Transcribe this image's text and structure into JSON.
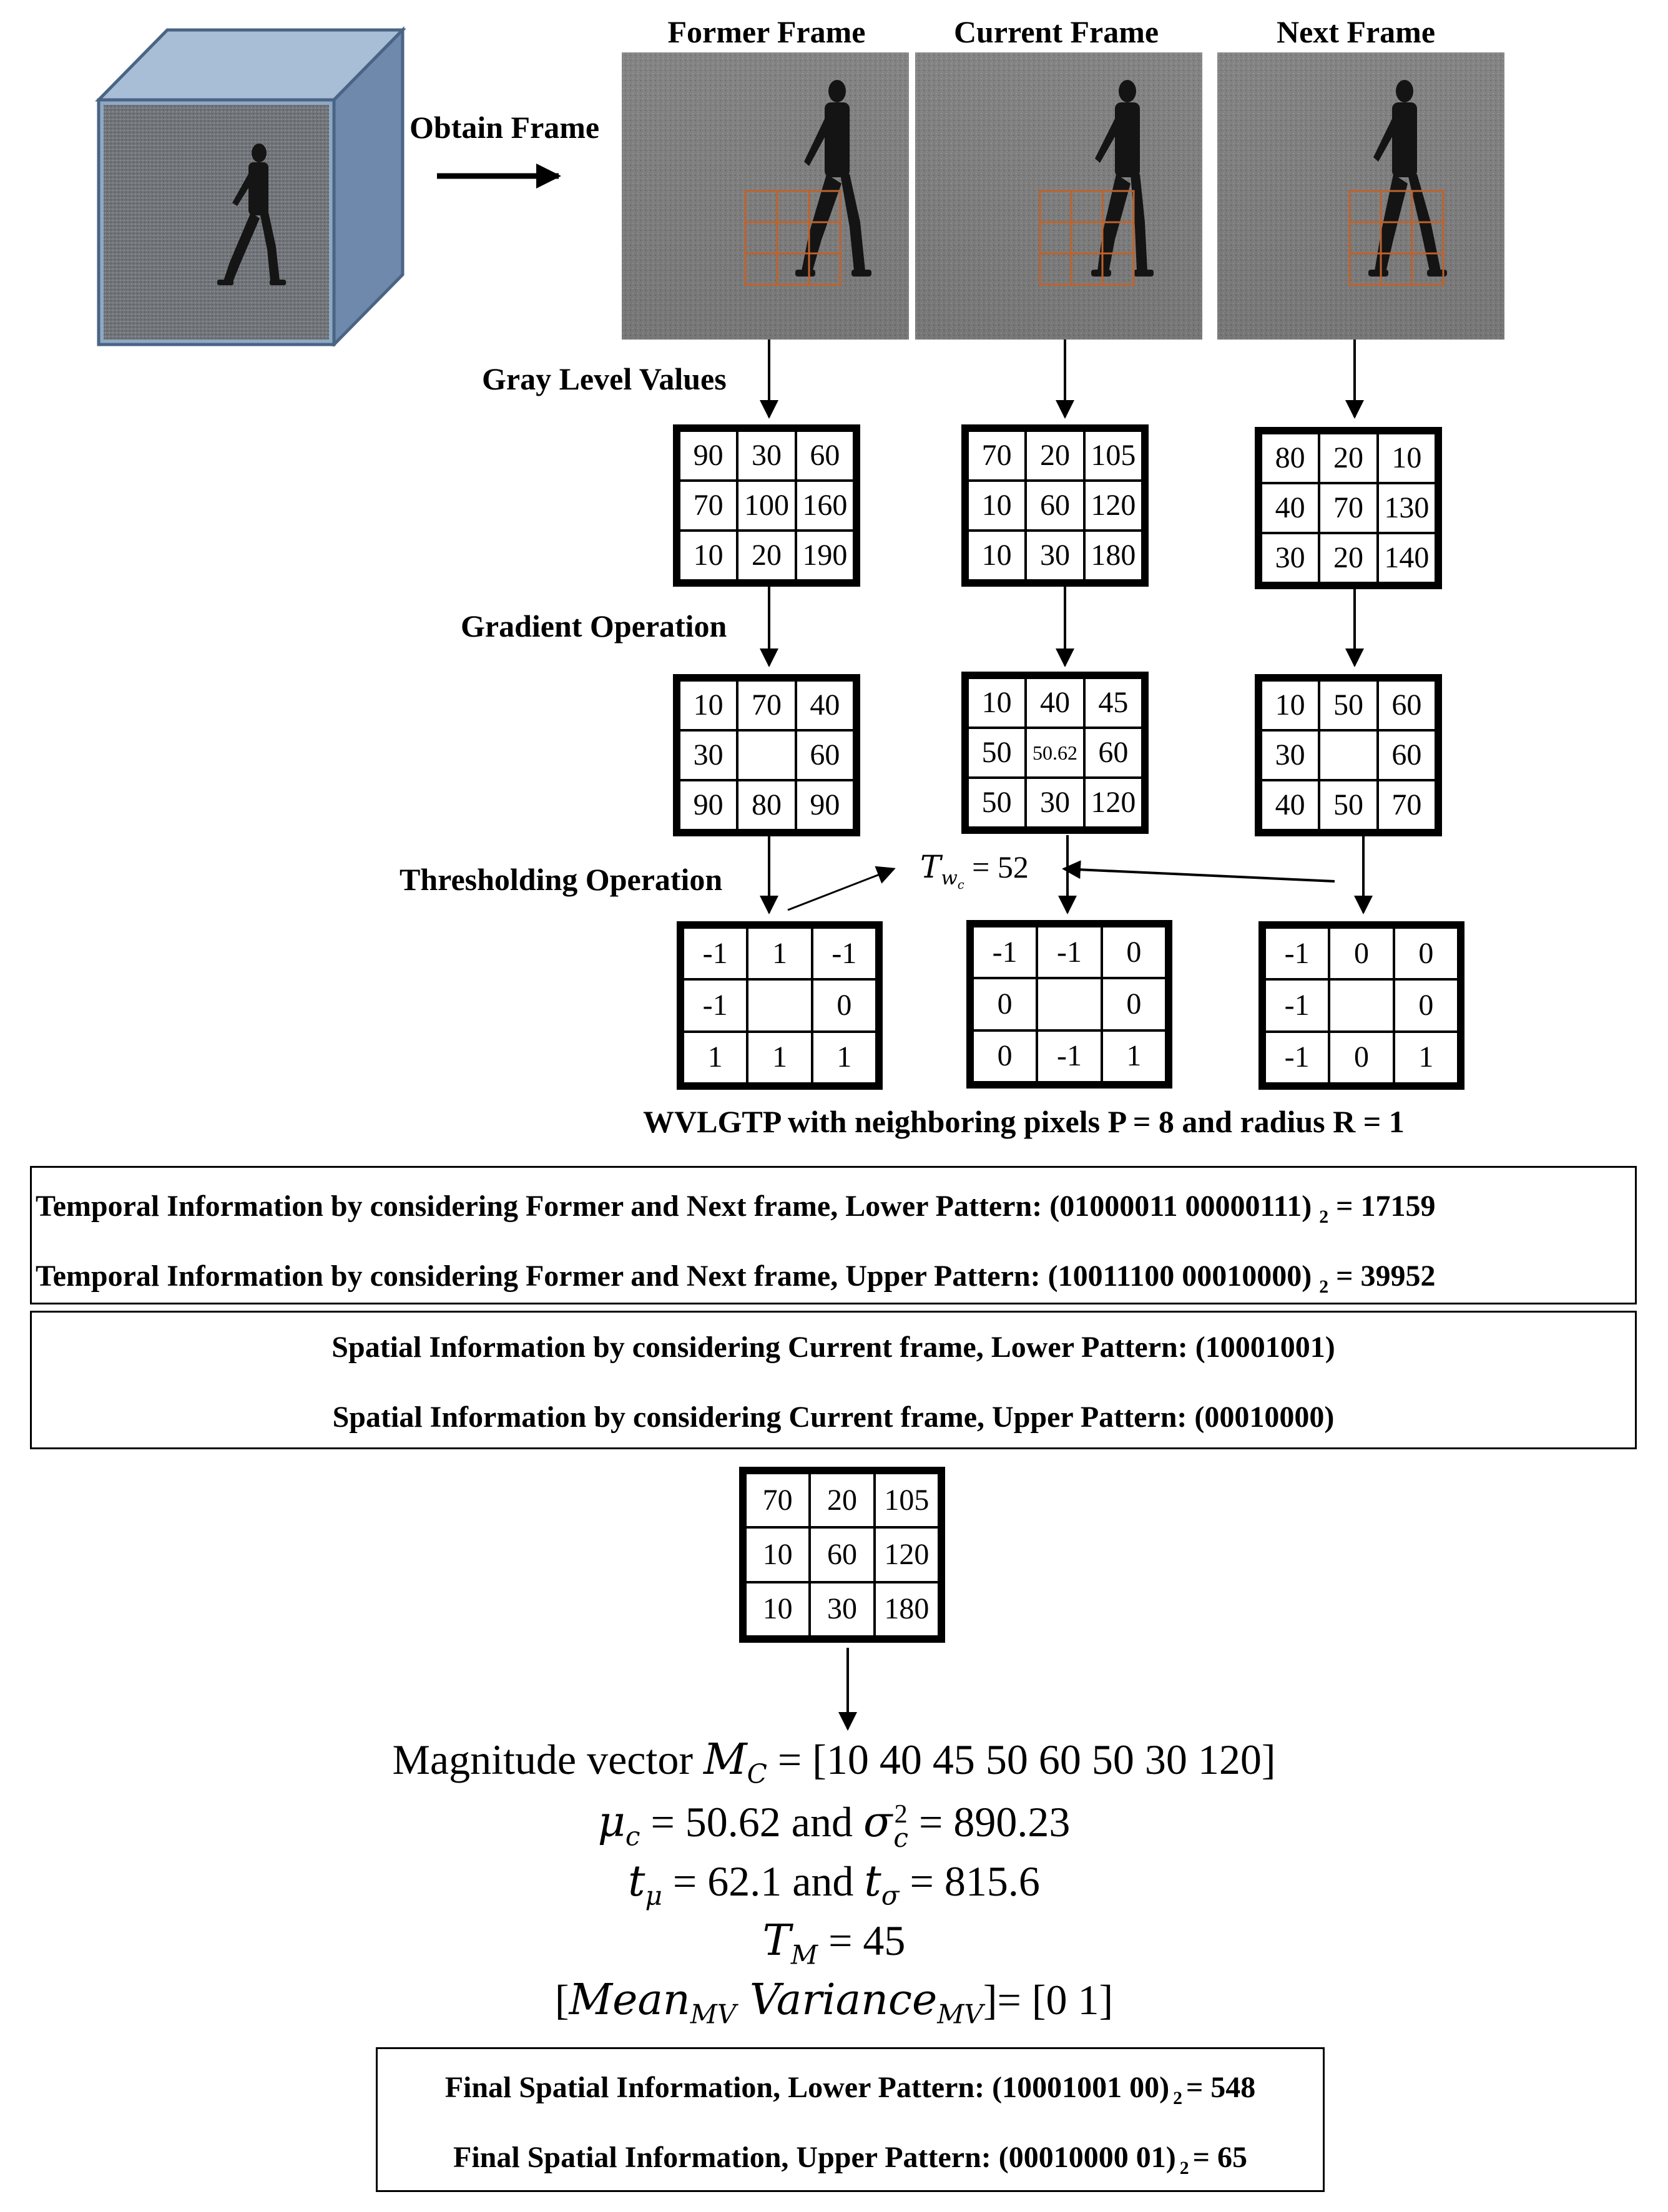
{
  "frames": {
    "former_title": "Former Frame",
    "current_title": "Current Frame",
    "next_title": "Next Frame",
    "obtain_label": "Obtain Frame"
  },
  "steps": {
    "gray": "Gray Level Values",
    "gradient": "Gradient Operation",
    "threshold": "Thresholding Operation"
  },
  "gray_values": {
    "former": [
      "90",
      "30",
      "60",
      "70",
      "100",
      "160",
      "10",
      "20",
      "190"
    ],
    "current": [
      "70",
      "20",
      "105",
      "10",
      "60",
      "120",
      "10",
      "30",
      "180"
    ],
    "next": [
      "80",
      "20",
      "10",
      "40",
      "70",
      "130",
      "30",
      "20",
      "140"
    ]
  },
  "gradient_values": {
    "former": [
      "10",
      "70",
      "40",
      "30",
      "",
      "60",
      "90",
      "80",
      "90"
    ],
    "current": [
      "10",
      "40",
      "45",
      "50",
      "50.62",
      "60",
      "50",
      "30",
      "120"
    ],
    "next": [
      "10",
      "50",
      "60",
      "30",
      "",
      "60",
      "40",
      "50",
      "70"
    ]
  },
  "threshold_values": {
    "former": [
      "-1",
      "1",
      "-1",
      "-1",
      "",
      "0",
      "1",
      "1",
      "1"
    ],
    "current": [
      "-1",
      "-1",
      "0",
      "0",
      "",
      "0",
      "0",
      "-1",
      "1"
    ],
    "next": [
      "-1",
      "0",
      "0",
      "-1",
      "",
      "0",
      "-1",
      "0",
      "1"
    ]
  },
  "threshold_eq": {
    "symbol": "T",
    "sub1": "w",
    "sub2": "c",
    "value": "= 52"
  },
  "wvlgtp_caption": "WVLGTP with neighboring pixels P = 8 and radius R = 1",
  "temporal": {
    "lower": "Temporal Information by considering Former and Next frame, Lower Pattern: (01000011 00000111)",
    "lower_sub": "2",
    "lower_val": "= 17159",
    "upper": "Temporal Information by considering Former and Next frame, Upper Pattern: (10011100 00010000)",
    "upper_sub": "2",
    "upper_val": "= 39952"
  },
  "spatial": {
    "lower": "Spatial Information by considering Current frame, Lower Pattern: (10001001)",
    "upper": "Spatial Information by considering Current frame, Upper Pattern: (00010000)"
  },
  "bottom_grid": [
    "70",
    "20",
    "105",
    "10",
    "60",
    "120",
    "10",
    "30",
    "180"
  ],
  "formulas": {
    "magnitude_prefix": "Magnitude vector ",
    "magnitude_sym": "M",
    "magnitude_sub": "C",
    "magnitude_rest": " = [10 40 45 50 60 50 30 120]",
    "mu_sym": "μ",
    "mu_sub": "c",
    "mu_val": " = 50.62 and ",
    "sigma_sym": "σ",
    "sigma_sup": "2",
    "sigma_sub": "c",
    "sigma_val": " = 890.23",
    "t_sym": "t",
    "tmu_sub": "μ",
    "tmu_val": " = 62.1 and ",
    "tsigma_sub": "σ",
    "tsigma_val": " = 815.6",
    "TM_sym": "T",
    "TM_sub": "M",
    "TM_val": " = 45",
    "mv_open": "[",
    "mean_sym": "Mean",
    "mean_sub": "MV",
    "var_sym": " Variance",
    "var_sub": "MV",
    "mv_close": "]= [0 1]"
  },
  "final": {
    "lower": "Final Spatial Information, Lower Pattern: (10001001 00)",
    "lower_sub": "2",
    "lower_val": "= 548",
    "upper": "Final Spatial Information, Upper Pattern: (00010000 01)",
    "upper_sub": "2",
    "upper_val": "= 65"
  },
  "colors": {
    "cube_front": "#8fa8c4",
    "cube_side": "#6e89ab",
    "cube_top": "#a8bdd6",
    "roi": "#c0622a"
  }
}
